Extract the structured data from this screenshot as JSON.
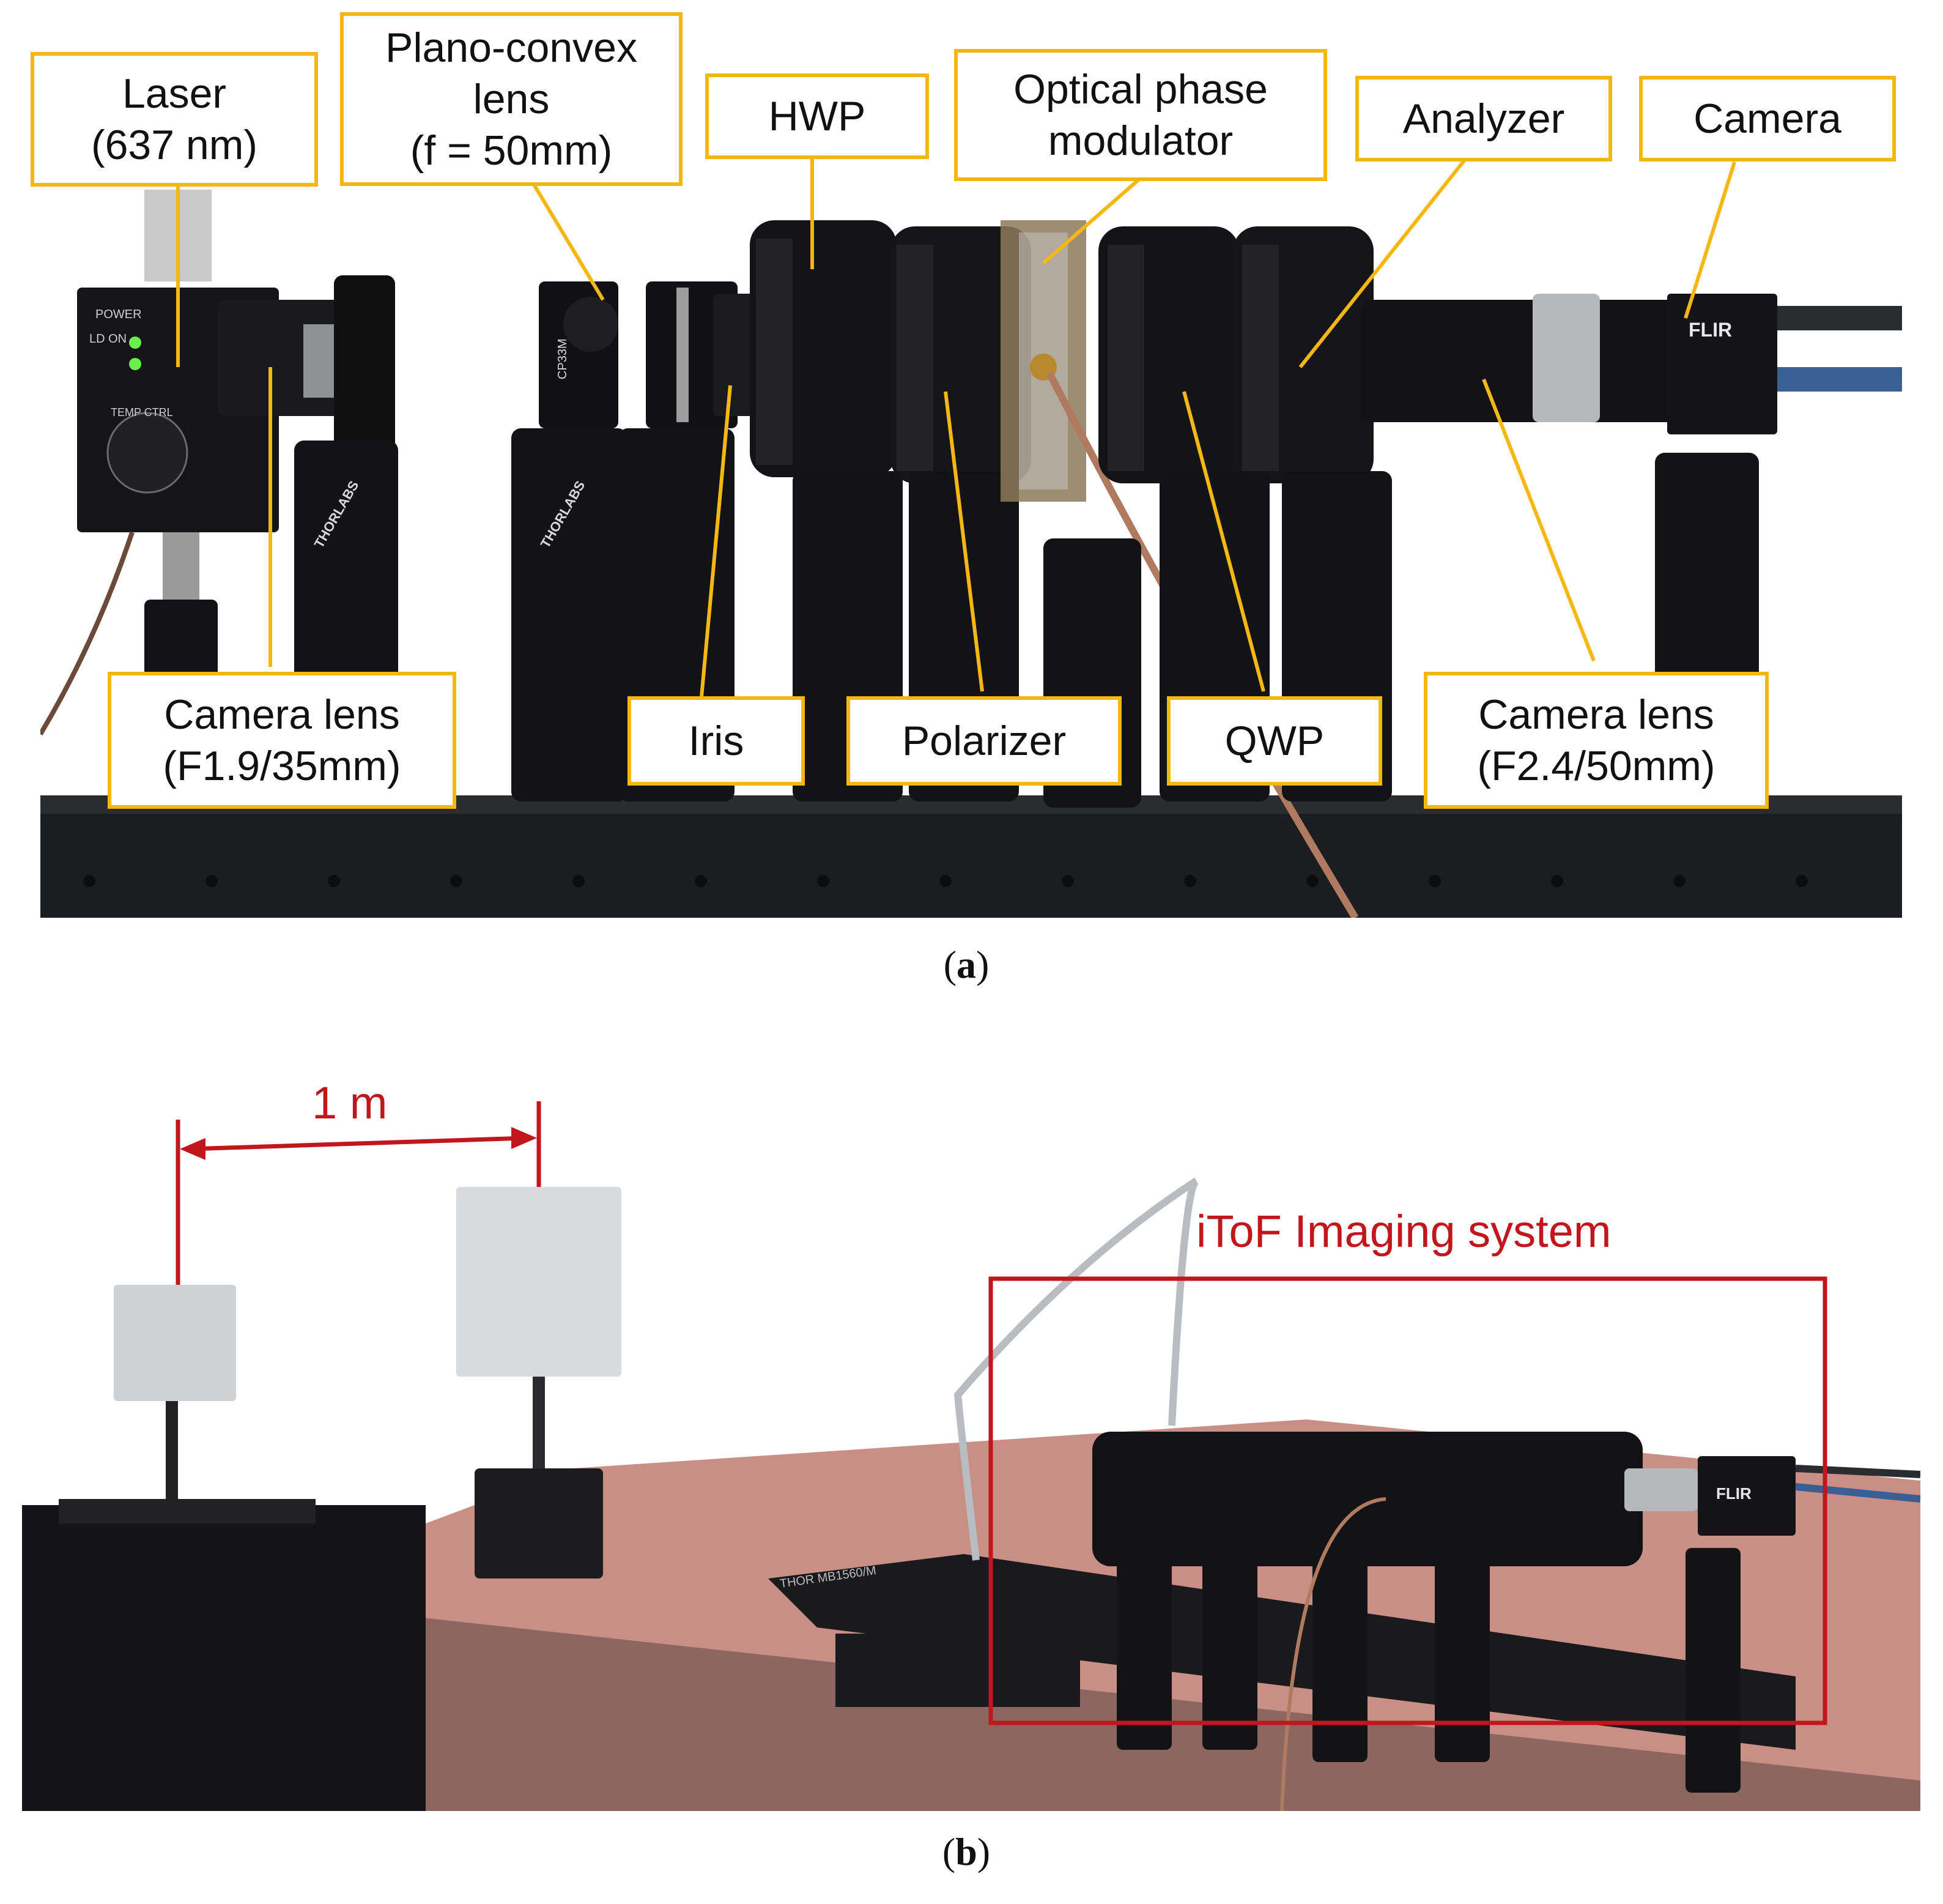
{
  "panel_a": {
    "label_letter": "a",
    "callouts": {
      "laser": "Laser\n(637 nm)",
      "plano_convex_lens": "Plano-convex\nlens\n(f = 50mm)",
      "hwp": "HWP",
      "optical_phase_modulator": "Optical phase\nmodulator",
      "analyzer": "Analyzer",
      "camera": "Camera",
      "camera_lens_left": "Camera lens\n(F1.9/35mm)",
      "iris": "Iris",
      "polarizer": "Polarizer",
      "qwp": "QWP",
      "camera_lens_right": "Camera lens\n(F2.4/50mm)"
    },
    "device_text": {
      "thorlabs": "THORLABS",
      "flir": "FLIR",
      "power": "POWER",
      "ld_on": "LD ON",
      "temp_ctrl": "TEMP CTRL",
      "cp33m": "CP33M"
    }
  },
  "panel_b": {
    "label_letter": "b",
    "distance_label": "1 m",
    "system_label": "iToF Imaging system",
    "device_text": {
      "flir": "FLIR",
      "thorlabs_rail": "THOR MB1560/M"
    }
  },
  "colors": {
    "callout_border": "#f7b711",
    "annotation_red": "#c0161c"
  }
}
